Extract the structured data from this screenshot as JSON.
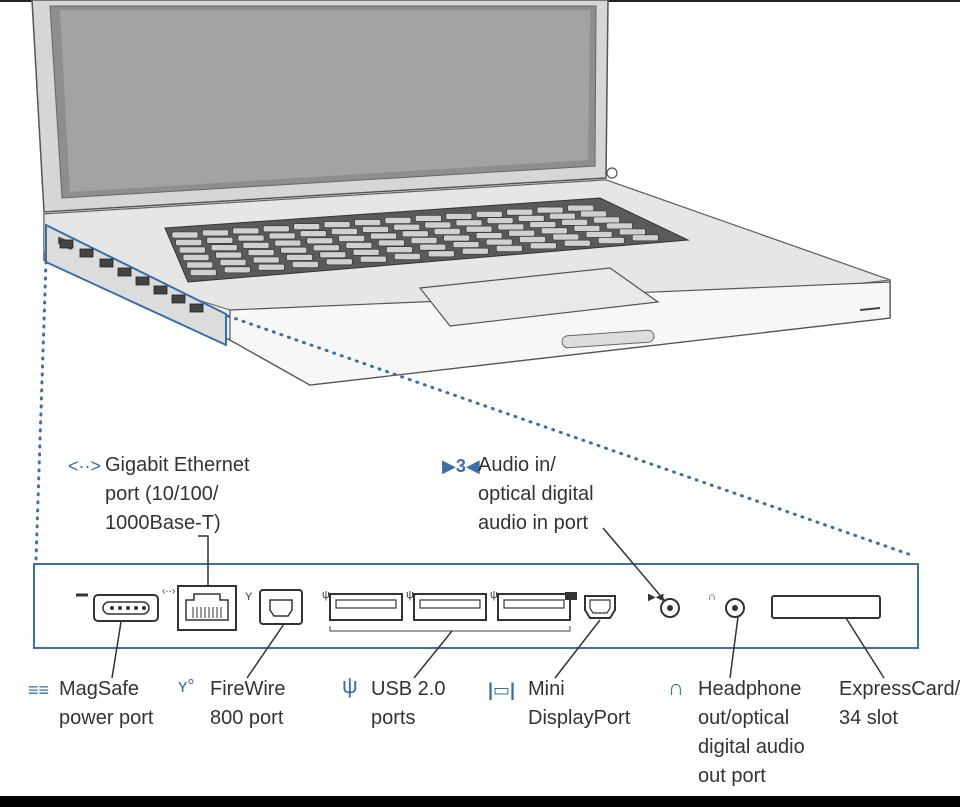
{
  "labels": {
    "ethernet": "Gigabit Ethernet\nport (10/100/\n1000Base-T)",
    "audio_in": "Audio in/\noptical digital\naudio in port",
    "magsafe": "MagSafe\npower port",
    "firewire": "FireWire\n800 port",
    "usb": "USB 2.0\nports",
    "displayport": "Mini\nDisplayPort",
    "headphone": "Headphone\nout/optical\ndigital audio\nout port",
    "expresscard": "ExpressCard/\n34 slot"
  },
  "icons": {
    "ethernet": "ethernet-icon",
    "audio_in": "audio-in-icon",
    "magsafe": "magsafe-power-icon",
    "firewire": "firewire-icon",
    "usb": "usb-icon",
    "displayport": "mini-displayport-icon",
    "headphone": "headphone-icon"
  },
  "colors": {
    "accent": "#3a6fa8",
    "outline": "#555555",
    "text": "#333333"
  }
}
